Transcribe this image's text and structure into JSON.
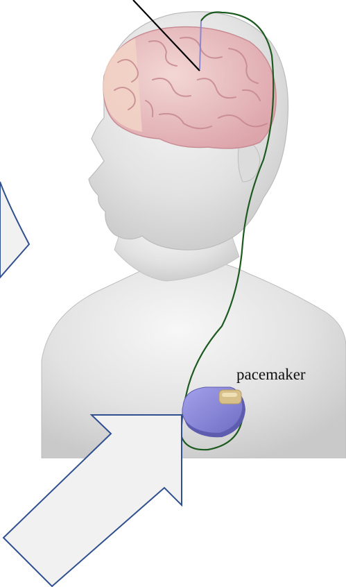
{
  "labels": {
    "pacemaker": "pacemaker"
  },
  "colors": {
    "skin": "#e4e4e4",
    "skin_shadow": "#c9c9c9",
    "brain": "#e8b9bd",
    "brain_light": "#f0d2c8",
    "lead_wire": "#1d5a1f",
    "device": "#8c8ad6",
    "device_edge": "#5e5cae",
    "connector": "#d8c08a",
    "arrow_fill": "#f1f1f1",
    "arrow_stroke": "#2f4f8f"
  },
  "icons": {
    "arrow_left": "hollow-arrow-pointing-right",
    "arrow_bottom": "hollow-arrow-pointing-up-right"
  }
}
